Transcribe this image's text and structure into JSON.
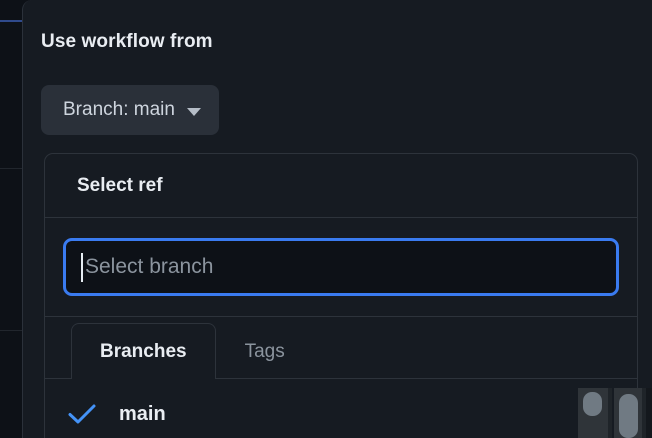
{
  "dialog": {
    "title": "Use workflow from",
    "branch_button": {
      "label": "Branch: main",
      "icon": "chevron-down-icon"
    }
  },
  "ref_panel": {
    "header_title": "Select ref",
    "search": {
      "placeholder": "Select branch",
      "value": "",
      "focused": true,
      "caret_visible": true
    },
    "tabs": [
      {
        "label": "Branches",
        "active": true
      },
      {
        "label": "Tags",
        "active": false
      }
    ],
    "items": [
      {
        "label": "main",
        "selected": true,
        "icon": "check-icon"
      }
    ]
  },
  "scrollbars": {
    "inner": {
      "orientation": "vertical"
    },
    "outer": {
      "orientation": "vertical"
    }
  },
  "colors": {
    "page_background": "#0d1117",
    "surface": "#161b22",
    "border": "#2d333b",
    "button_background": "#2a3039",
    "accent_blue": "#3a7bf0",
    "check_blue": "#4493f8",
    "text_primary": "#e9edf2",
    "text_secondary": "#8b949e",
    "scrollbar_thumb": "#707a83"
  }
}
